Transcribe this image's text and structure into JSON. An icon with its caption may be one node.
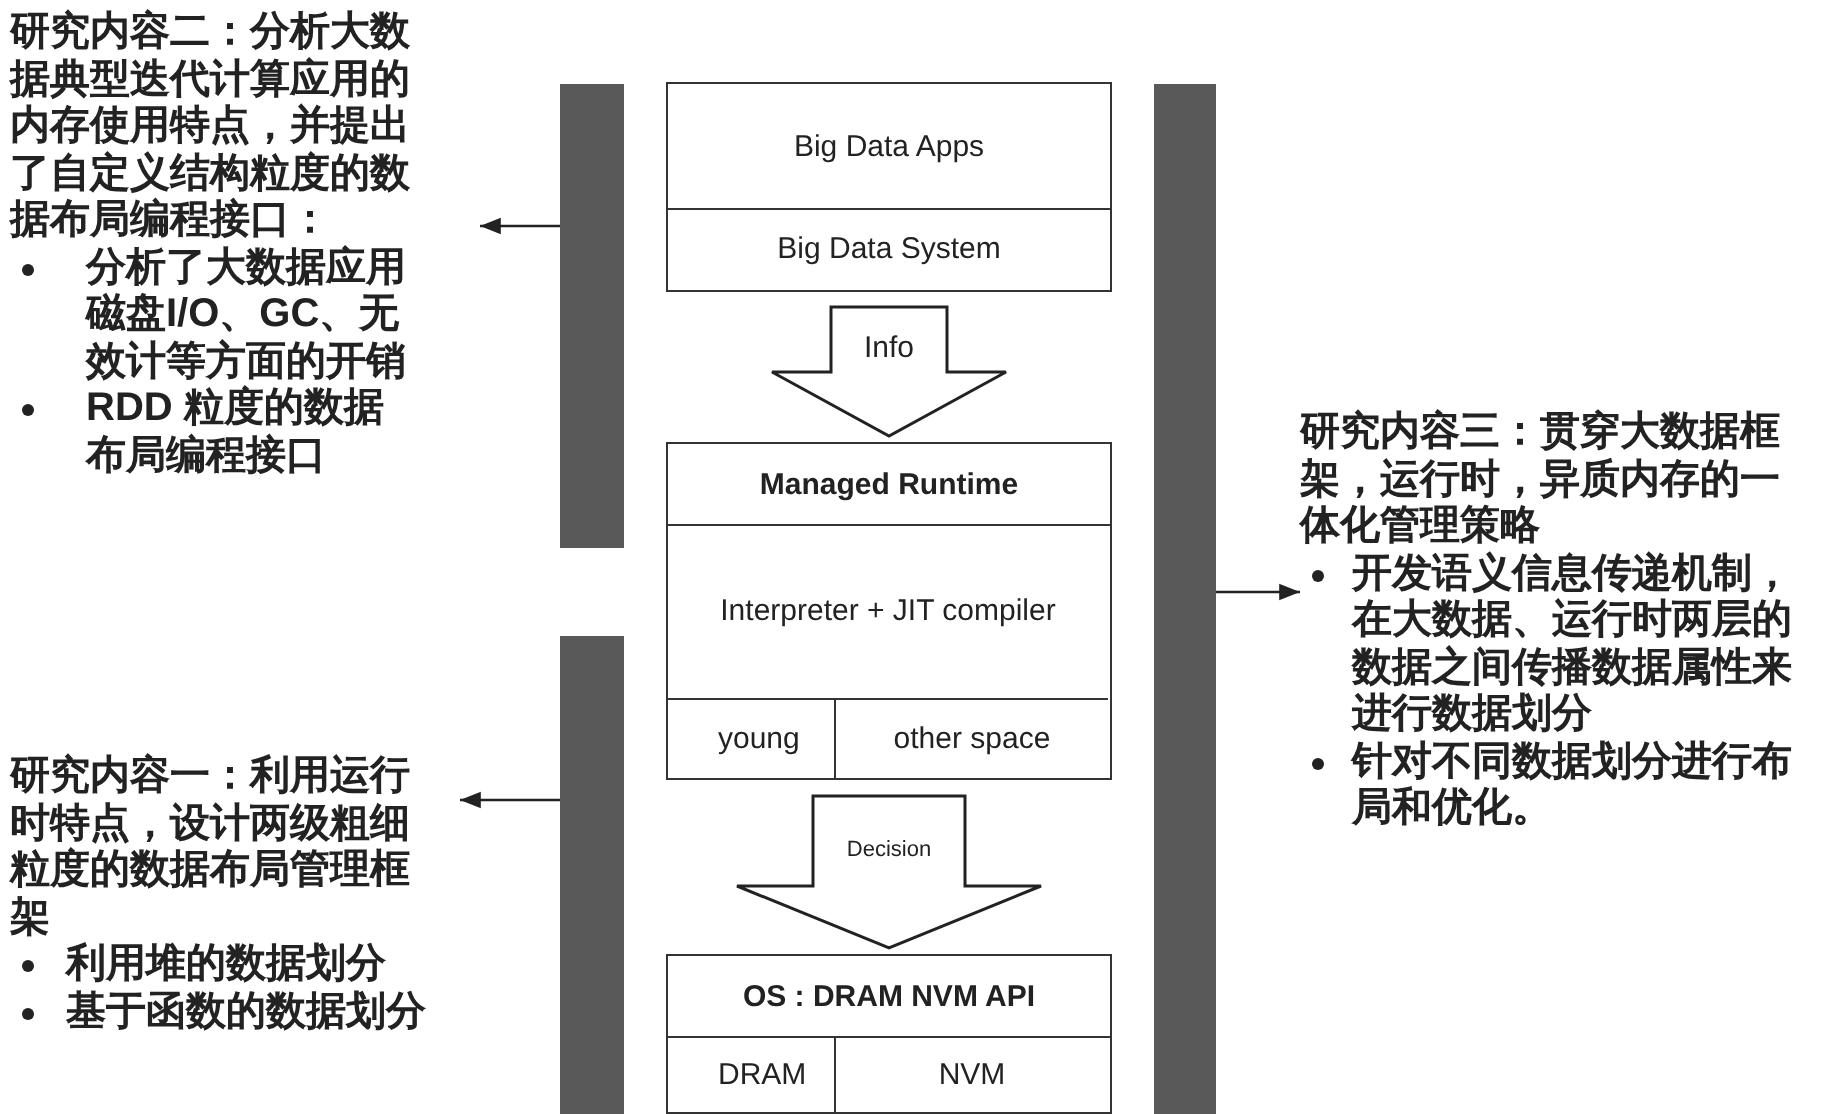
{
  "diagram": {
    "nodes": [
      {
        "text": [
          "研究内容二：分析大数据典型迭代计算应用的内存使用特点，并提出了自定义结构粒度的数据布局编程接口：",
          "分析了大数据应用磁盘I/O、GC、无效计等方面的开销",
          "RDD 粒度的数据布局编程接口"
        ]
      },
      {
        "text": [],
        "shape": "bar"
      },
      {
        "text": [
          "Big Data Apps"
        ]
      },
      {
        "text": [
          "Big Data System"
        ]
      },
      {
        "text": [],
        "shape": "bar"
      },
      {
        "text": [
          "Managed Runtime"
        ]
      },
      {
        "text": [
          "Interpreter + JIT compiler"
        ],
        "in": 5
      },
      {
        "text": [
          "研究内容三：贯穿大数据框架，运行时，异质内存的一体化管理策略",
          "开发语义信息传递机制，在大数据、运行时两层的数据之间传播数据属性来进行数据划分",
          "针对不同数据划分进行布局和优化。"
        ]
      },
      {
        "text": [
          "young"
        ],
        "in": 5
      },
      {
        "text": [
          "other space"
        ],
        "in": 5
      },
      {
        "text": [],
        "shape": "bar"
      },
      {
        "text": [
          "研究内容一：利用运行时特点，设计两级粗细粒度的数据布局管理框架",
          "利用堆的数据划分",
          "基于函数的数据划分"
        ]
      },
      {
        "text": [
          "OS : DRAM NVM API"
        ]
      },
      {
        "text": [
          "DRAM"
        ],
        "in": 12
      },
      {
        "text": [
          "NVM"
        ],
        "in": 12
      }
    ],
    "edges": [
      {
        "from": 1,
        "to": 0,
        "arrow": "to"
      },
      {
        "from": 3,
        "to": 5,
        "arrow": "to",
        "label": "Info",
        "style": "thick"
      },
      {
        "from": 4,
        "to": 7,
        "arrow": "to"
      },
      {
        "from": 10,
        "to": 11,
        "arrow": "to"
      },
      {
        "from": 5,
        "to": 12,
        "arrow": "to",
        "label": "Decision",
        "style": "thick"
      }
    ]
  }
}
